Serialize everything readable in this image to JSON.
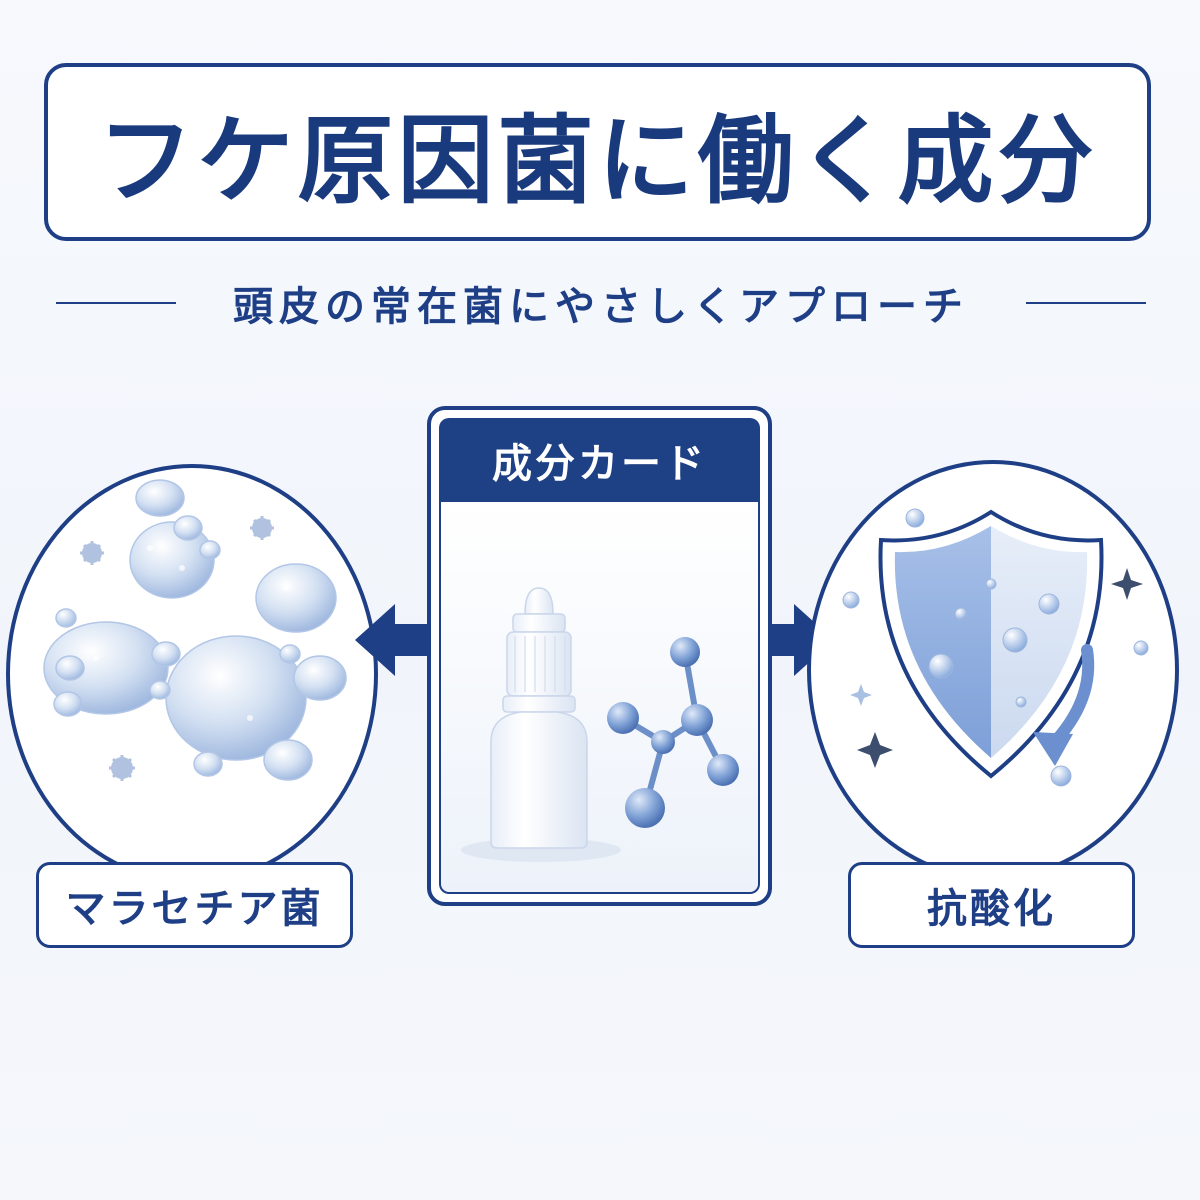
{
  "title": "フケ原因菌に働く成分",
  "subtitle": "頭皮の常在菌にやさしくアプローチ",
  "card": {
    "title": "成分カード"
  },
  "left_label": "マラセチア菌",
  "right_label": "抗酸化",
  "colors": {
    "navy": "#1e3f86",
    "light_blue": "#b9cde9",
    "card_header": "#1e4185"
  },
  "icons": {
    "left_circle": "fungus-cells-icon",
    "card": "dropper-bottle-icon",
    "molecule": "molecule-icon",
    "right_circle": "shield-icon"
  }
}
